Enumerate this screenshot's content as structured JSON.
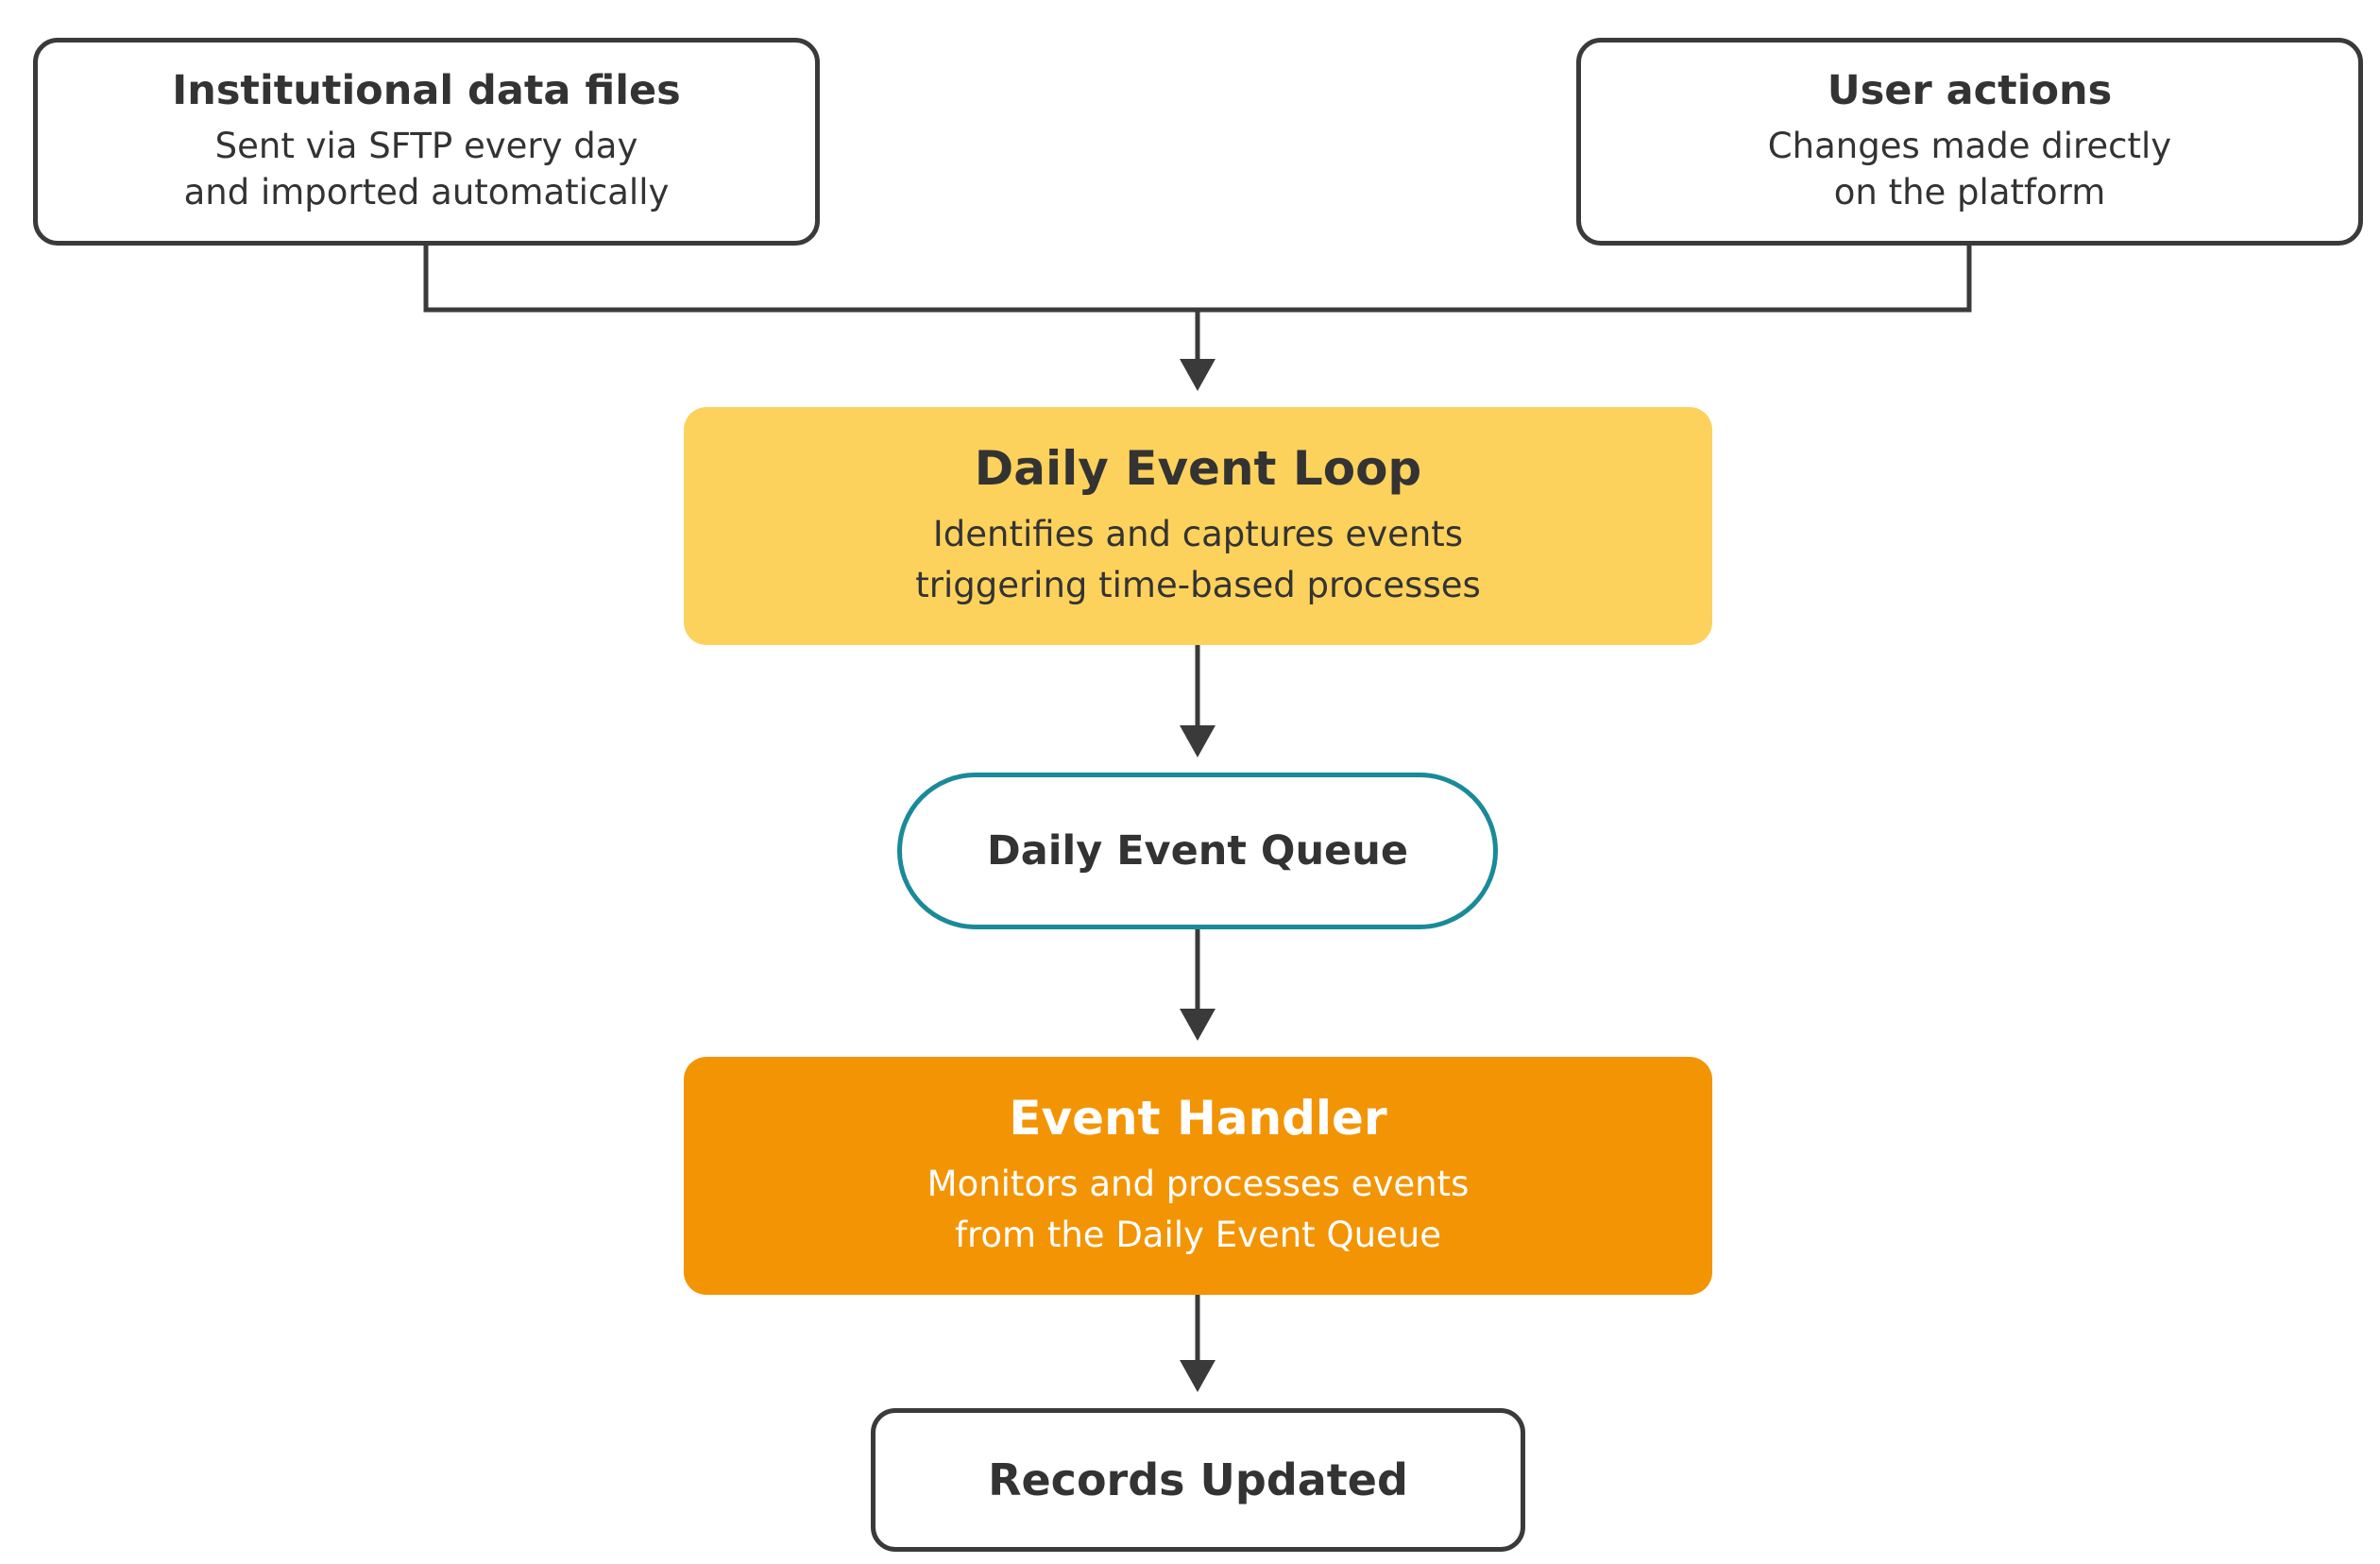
{
  "diagram": {
    "nodes": {
      "institutional_data": {
        "title": "Institutional data files",
        "description": "Sent via SFTP every day\nand imported automatically"
      },
      "user_actions": {
        "title": "User actions",
        "description": "Changes made directly\non the platform"
      },
      "daily_event_loop": {
        "title": "Daily Event Loop",
        "description": "Identifies and captures events\ntriggering time-based processes"
      },
      "daily_event_queue": {
        "title": "Daily Event Queue"
      },
      "event_handler": {
        "title": "Event Handler",
        "description": "Monitors and processes events\nfrom the Daily Event Queue"
      },
      "records_updated": {
        "title": "Records Updated"
      }
    },
    "edges": [
      {
        "from": "institutional_data",
        "to": "daily_event_loop"
      },
      {
        "from": "user_actions",
        "to": "daily_event_loop"
      },
      {
        "from": "daily_event_loop",
        "to": "daily_event_queue"
      },
      {
        "from": "daily_event_queue",
        "to": "event_handler"
      },
      {
        "from": "event_handler",
        "to": "records_updated"
      }
    ],
    "colors": {
      "connector": "#3a3a3a",
      "text_dark": "#333333",
      "loop_fill": "#fdd25c",
      "handler_fill": "#f39405",
      "handler_text": "#ffffff",
      "queue_border": "#1a8a9a",
      "node_border": "#3a3a3a"
    }
  }
}
